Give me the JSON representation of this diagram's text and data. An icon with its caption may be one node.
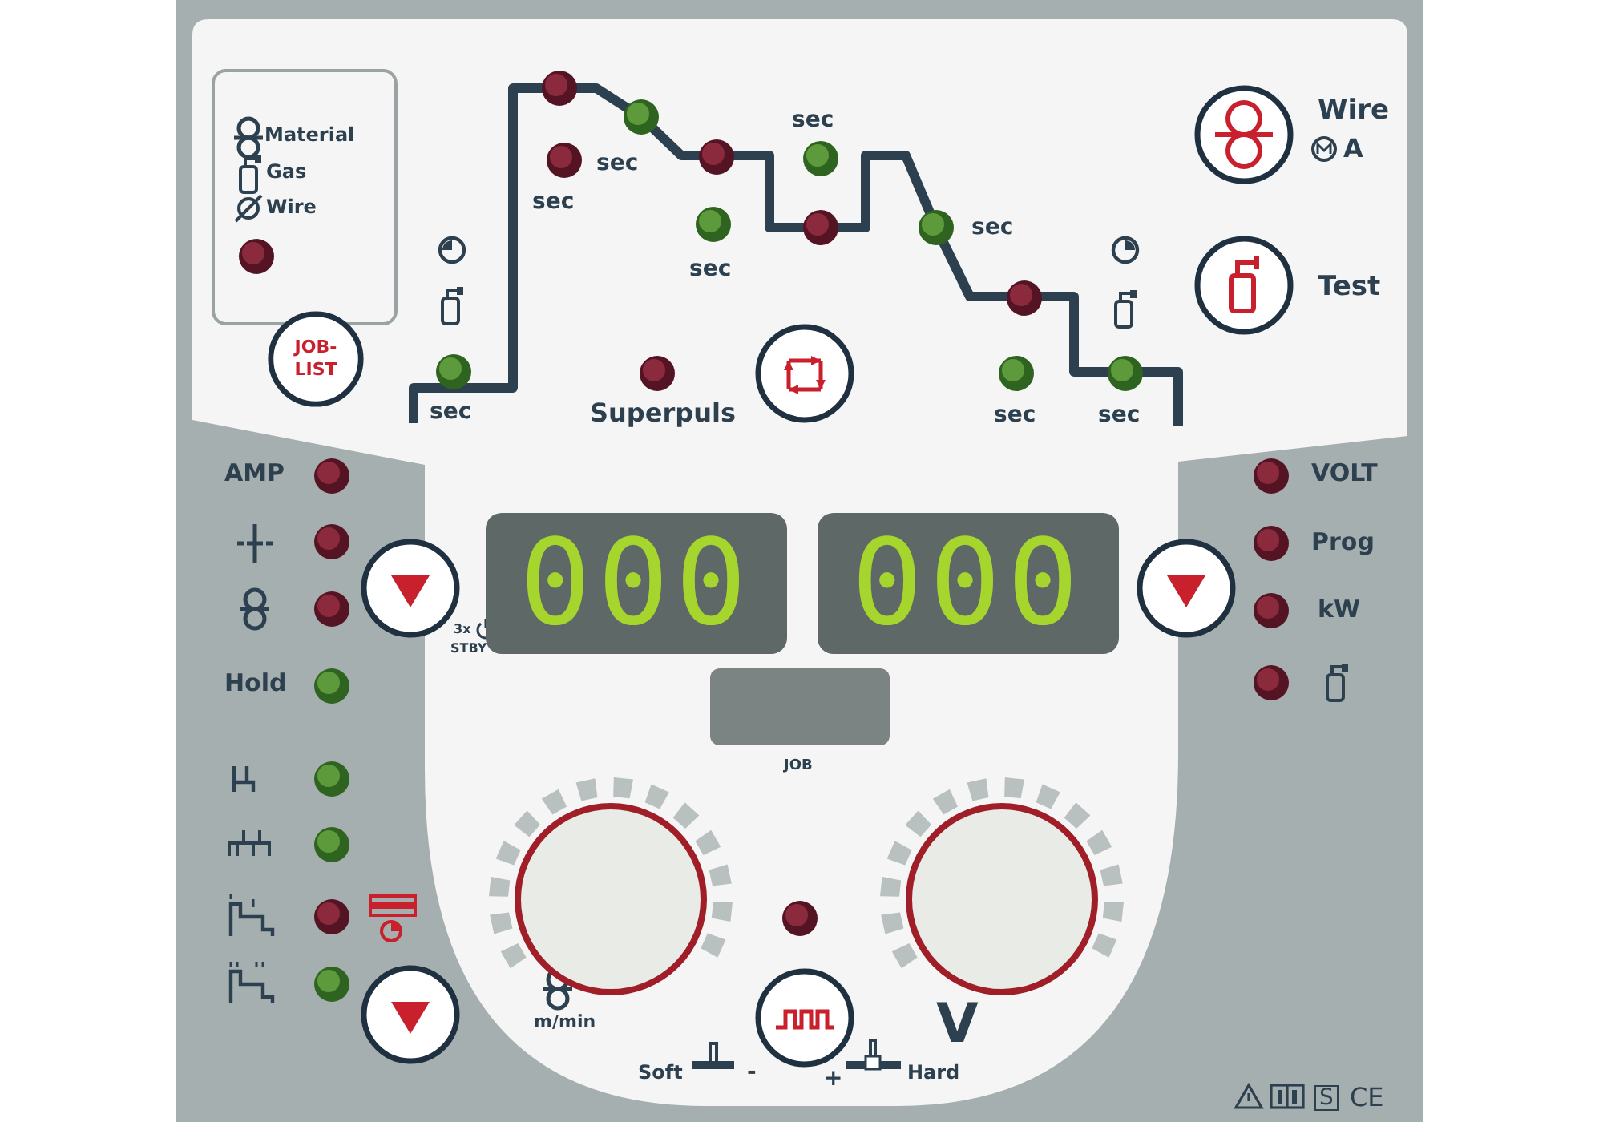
{
  "diagram": {
    "nodes": [
      {
        "text": [],
        "shape": "circle",
        "beside": [
          "Wire",
          "A"
        ]
      },
      {
        "text": [],
        "shape": "circle",
        "beside": [
          "Test"
        ]
      },
      {
        "text": [
          "JOB-LIST"
        ]
      },
      {
        "text": [],
        "shape": "circle",
        "beside": [
          "Superpuls"
        ]
      },
      {
        "text": [],
        "shape": "circle"
      },
      {
        "text": [
          "000"
        ]
      },
      {
        "text": [
          "000"
        ]
      },
      {
        "text": [],
        "shape": "circle"
      },
      {
        "text": [],
        "shape": "box",
        "beside": [
          "JOB"
        ]
      },
      {
        "text": [],
        "shape": "circle",
        "beside": [
          "m/min"
        ]
      },
      {
        "text": [],
        "shape": "circle"
      },
      {
        "text": [],
        "shape": "circle"
      },
      {
        "text": [],
        "shape": "circle"
      }
    ],
    "edges": [],
    "labels": [
      "Material",
      "Gas",
      "Wire",
      "sec",
      "sec",
      "sec",
      "sec",
      "sec",
      "sec",
      "sec",
      "sec",
      "AMP",
      "VOLT",
      "Prog",
      "3x",
      "kW",
      "STBY",
      "Hold",
      "V",
      "Soft",
      "-",
      "+",
      "Hard",
      "S",
      "CE"
    ]
  }
}
